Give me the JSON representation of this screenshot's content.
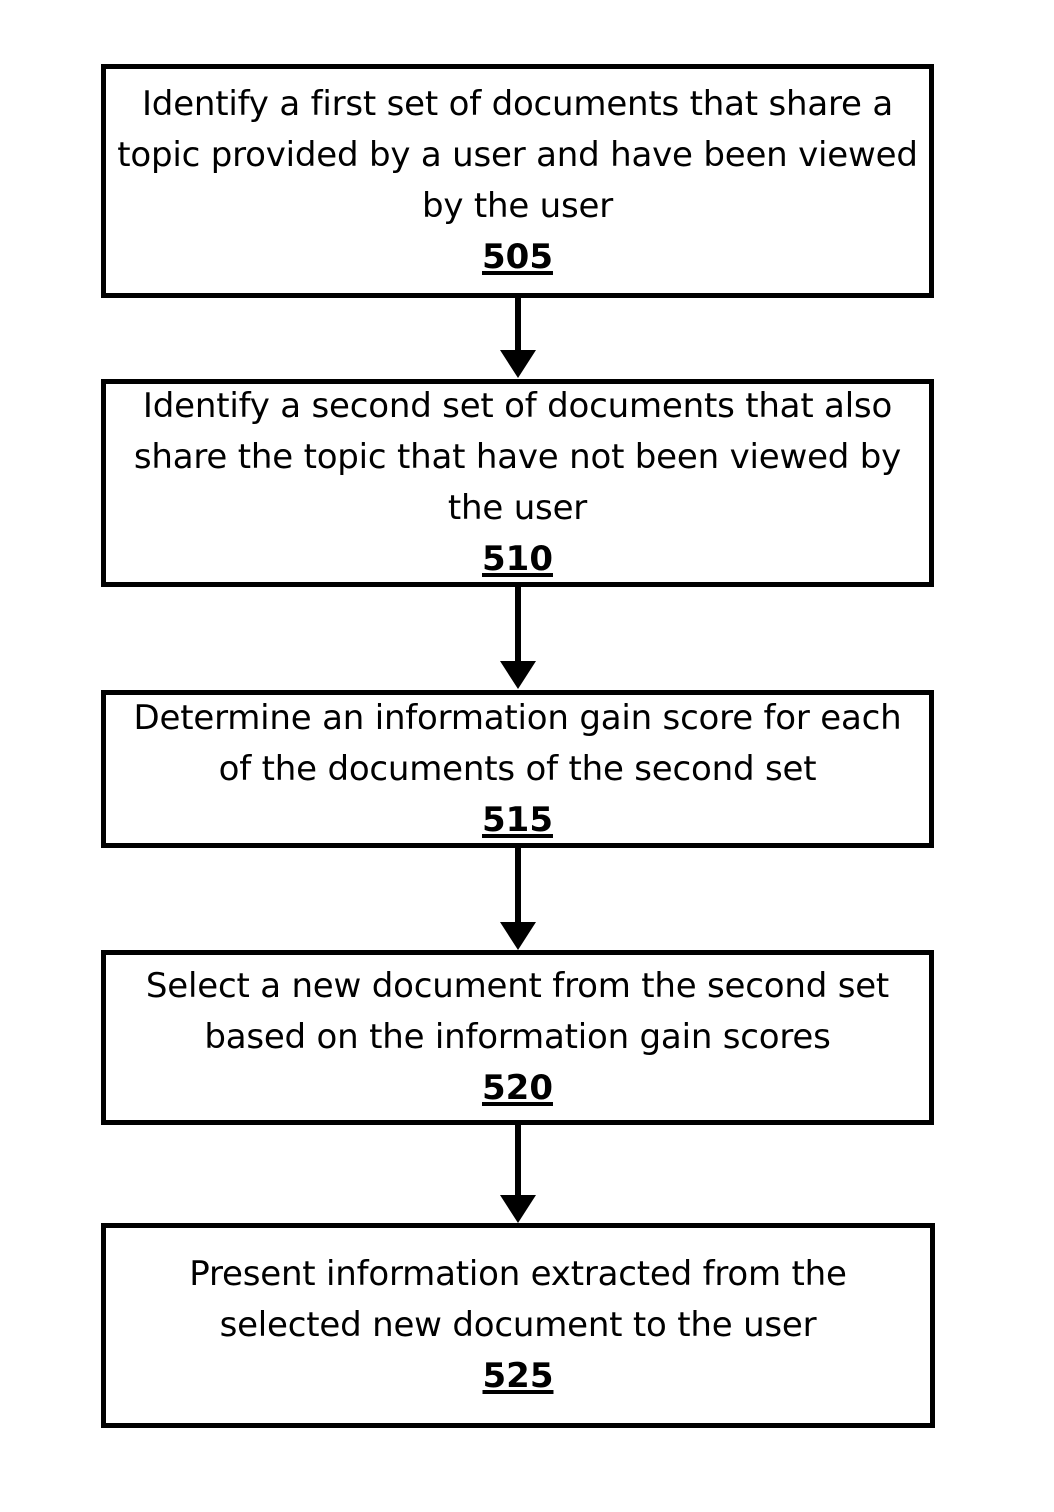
{
  "diagram": {
    "type": "flowchart",
    "orientation": "vertical",
    "background_color": "#ffffff",
    "line_color": "#000000",
    "text_color": "#000000",
    "nodes": [
      {
        "id": "node-505",
        "shape": "rectangle",
        "text": "Identify a first set of documents that share a\ntopic provided by a user and have been viewed\nby the user",
        "ref": "505"
      },
      {
        "id": "node-510",
        "shape": "rectangle",
        "text": "Identify a second set of documents that also\nshare the topic that have not been viewed by\nthe user",
        "ref": "510"
      },
      {
        "id": "node-515",
        "shape": "rectangle",
        "text": "Determine an information gain score for each\nof the documents of the second set",
        "ref": "515"
      },
      {
        "id": "node-520",
        "shape": "rectangle",
        "text": "Select a new document from the second set\nbased on the information gain scores",
        "ref": "520"
      },
      {
        "id": "node-525",
        "shape": "rectangle",
        "text": "Present information extracted from the\nselected new document to the user",
        "ref": "525"
      }
    ],
    "connectors": [
      {
        "id": "arrow-505-510",
        "from": "node-505",
        "to": "node-510",
        "style": "solid-arrow-down"
      },
      {
        "id": "arrow-510-515",
        "from": "node-510",
        "to": "node-515",
        "style": "solid-arrow-down"
      },
      {
        "id": "arrow-515-520",
        "from": "node-515",
        "to": "node-520",
        "style": "solid-arrow-down"
      },
      {
        "id": "arrow-520-525",
        "from": "node-520",
        "to": "node-525",
        "style": "solid-arrow-down"
      }
    ]
  }
}
